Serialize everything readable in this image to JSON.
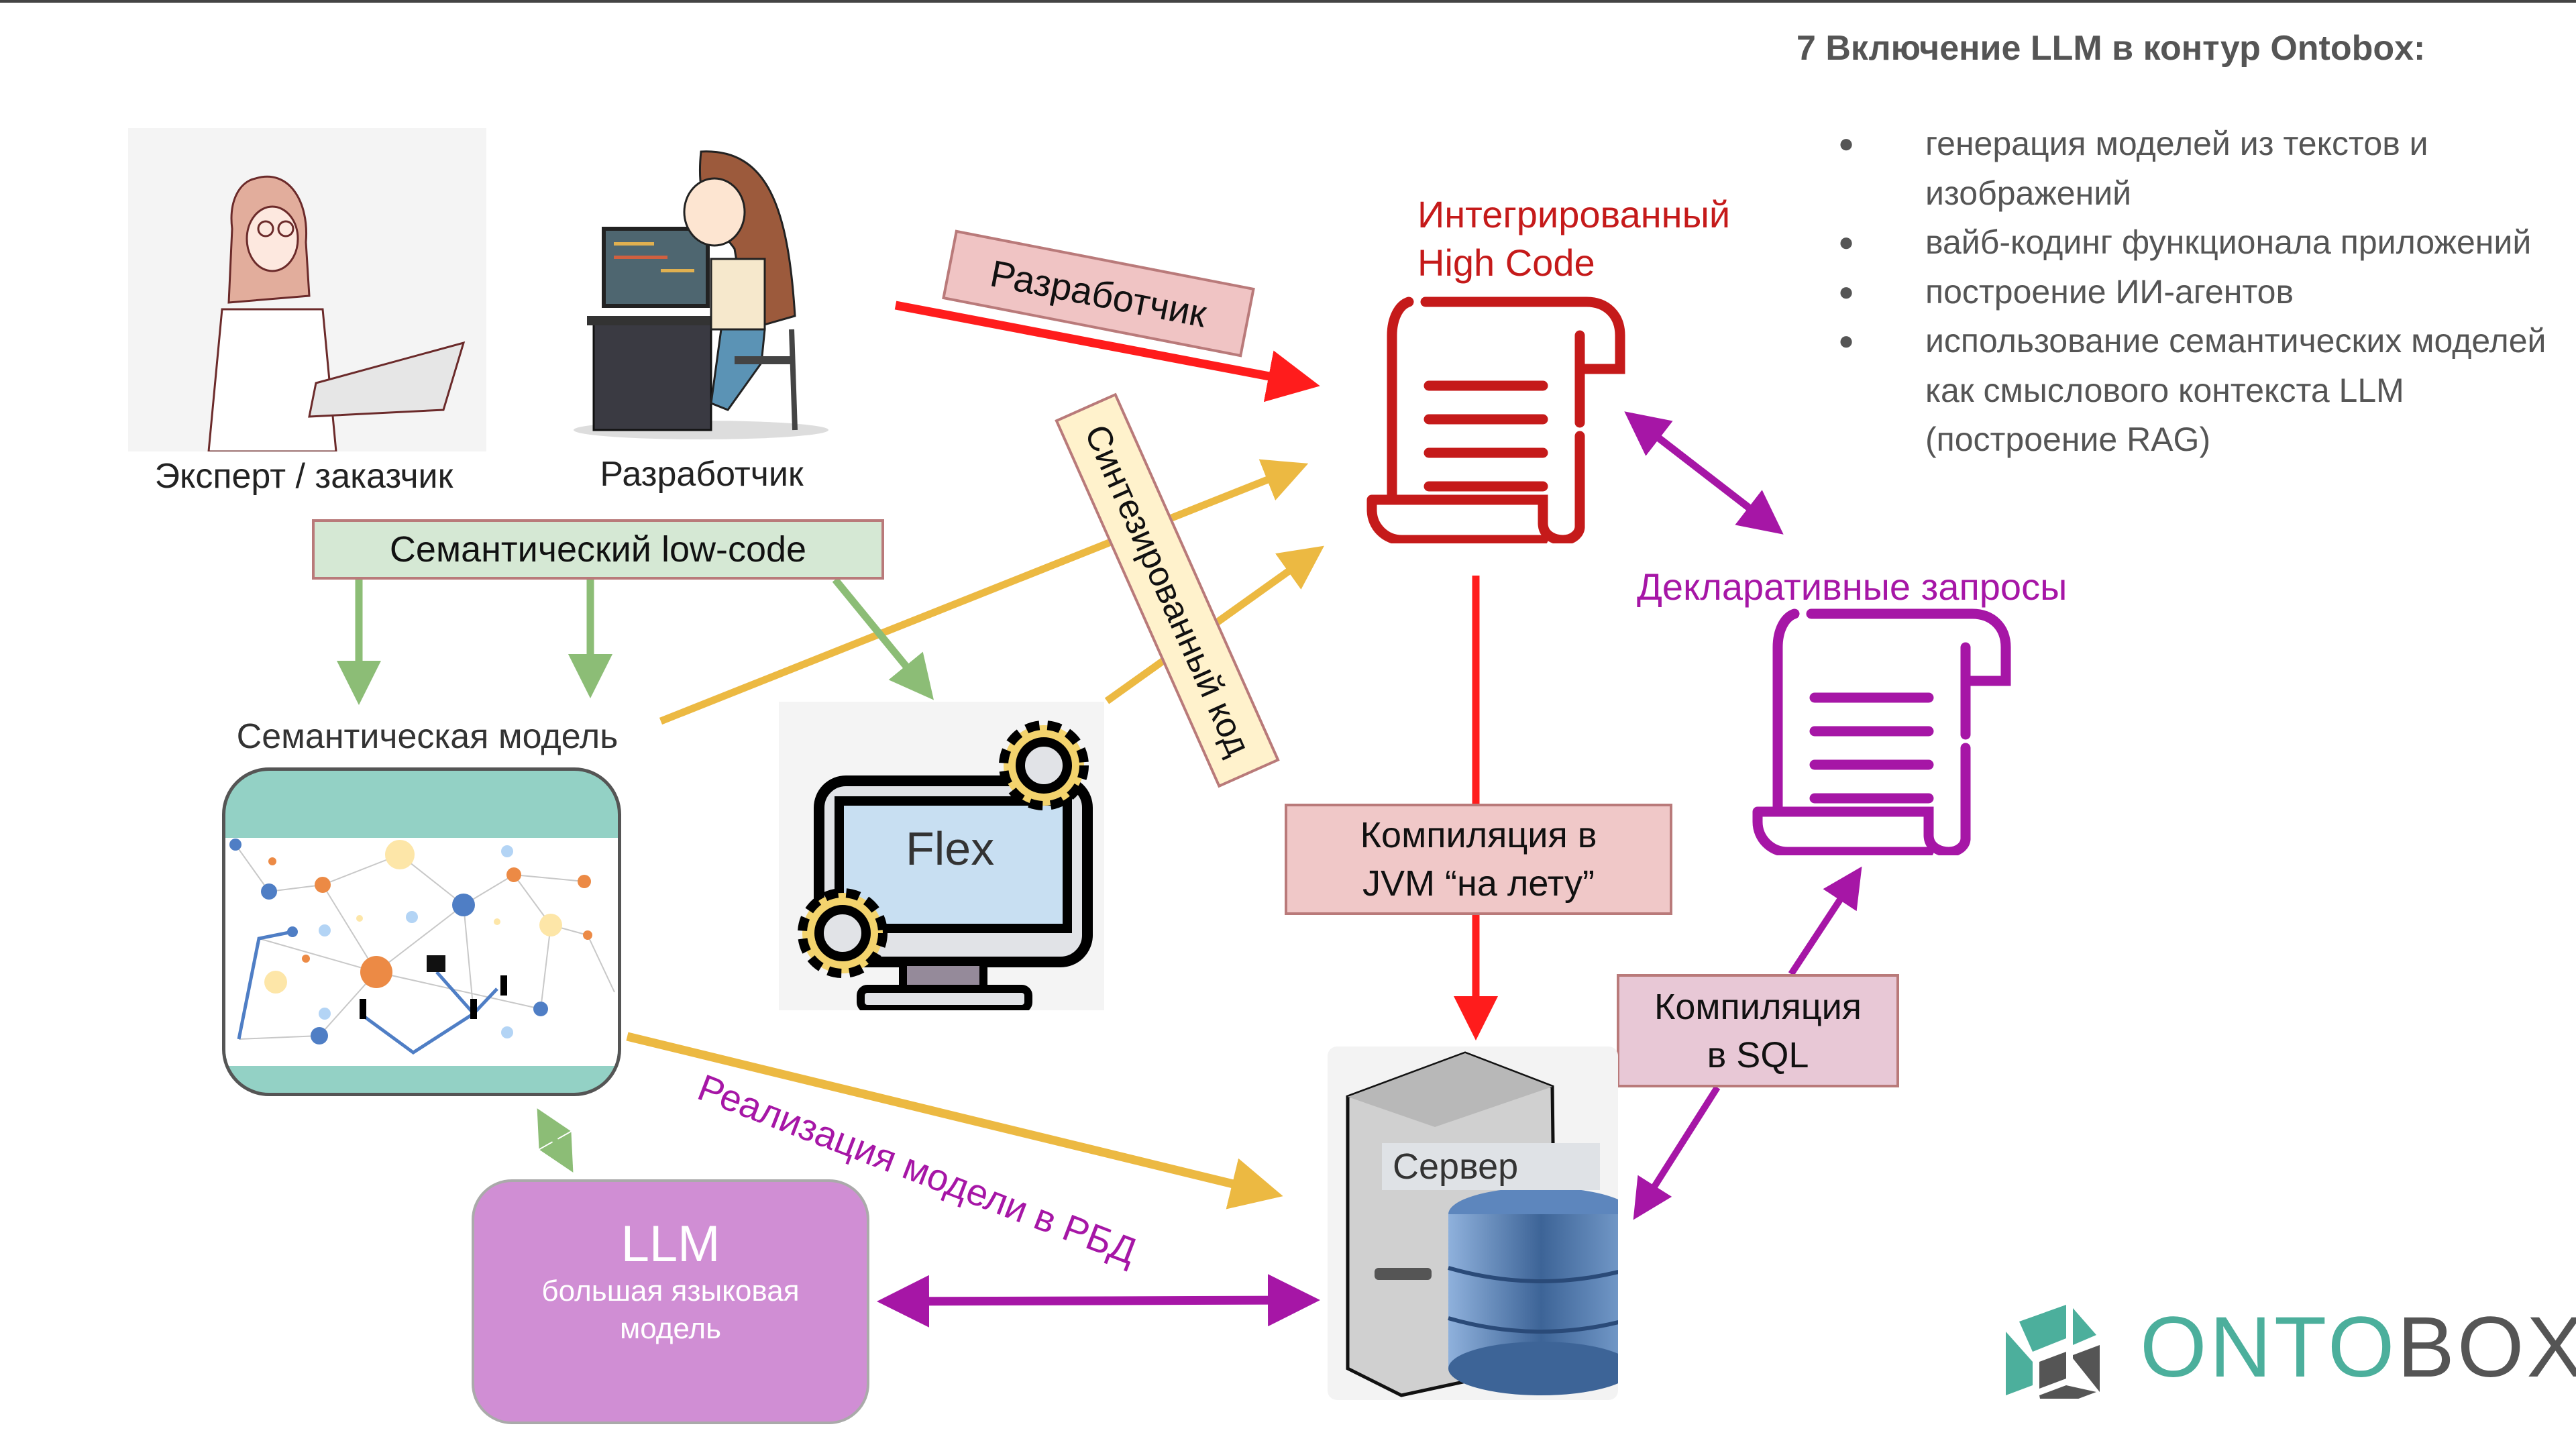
{
  "slide": {
    "title": "7 Включение LLM в контур Ontobox:",
    "bullets": [
      "генерация моделей из текстов и изображений",
      "вайб-кодинг функционала приложений",
      "построение ИИ-агентов",
      "использование семантических моделей как смыслового контекста LLM (построение RAG)"
    ],
    "bullet_glyph": "●"
  },
  "actors": {
    "expert_label": "Эксперт / заказчик",
    "developer_label": "Разработчик"
  },
  "nodes": {
    "low_code": "Семантический low-code",
    "semantic_model_label": "Семантическая модель",
    "flex_label": "Flex",
    "high_code_line1": "Интегрированный",
    "high_code_line2": "High Code",
    "declarative_label": "Декларативные запросы",
    "server_label": "Сервер",
    "llm_title": "LLM",
    "llm_sub_line1": "большая языковая",
    "llm_sub_line2": "модель"
  },
  "edge_labels": {
    "developer": "Разработчик",
    "synthesized_code": "Синтезированный код",
    "jvm_line1": "Компиляция в",
    "jvm_line2": "JVM “на лету”",
    "sql_line1": "Компиляция",
    "sql_line2": "в SQL",
    "realize": "Реализация модели в РБД"
  },
  "logo": {
    "part1": "ONTO",
    "part2": "BOX"
  },
  "colors": {
    "red": "#ff1c1c",
    "dark_red": "#c51a1a",
    "purple": "#a616a6",
    "gold": "#ecb942",
    "green": "#8cbd76",
    "teal": "#4caf9c",
    "gray": "#555555"
  }
}
